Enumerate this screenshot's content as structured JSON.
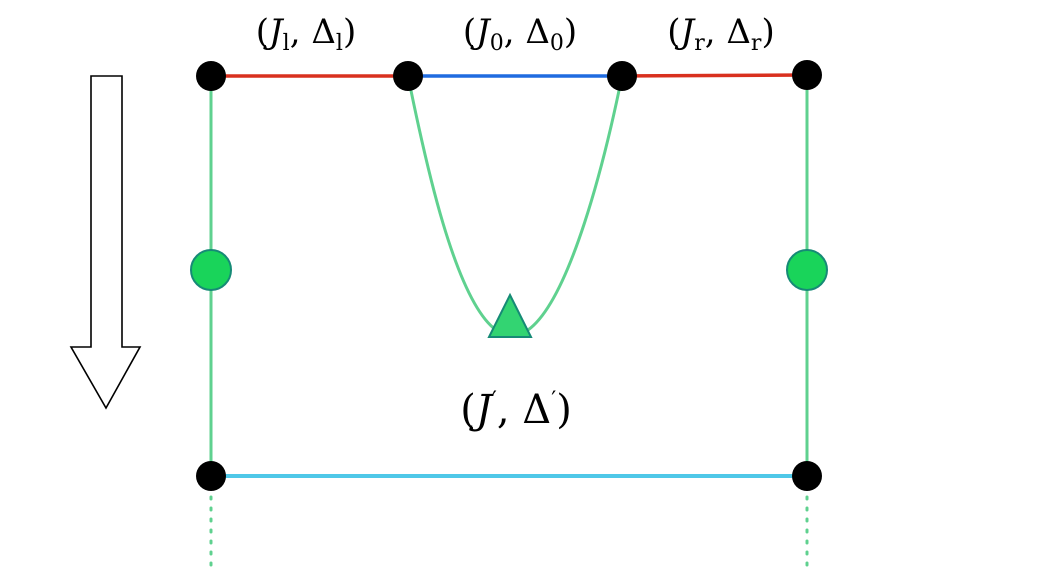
{
  "labels": {
    "left": {
      "open": "(",
      "J": "J",
      "Jsub": "l",
      "sep": ", ",
      "D": "Δ",
      "Dsub": "l",
      "close": ")"
    },
    "middle": {
      "open": "(",
      "J": "J",
      "Jsub": "0",
      "sep": ", ",
      "D": "Δ",
      "Dsub": "0",
      "close": ")"
    },
    "right": {
      "open": "(",
      "J": "J",
      "Jsub": "r",
      "sep": ", ",
      "D": "Δ",
      "Dsub": "r",
      "close": ")"
    },
    "bottom": {
      "open": "(",
      "J": "J",
      "Jprime": "′",
      "sep": ", ",
      "D": "Δ",
      "Dprime": "′",
      "close": ")"
    }
  },
  "colors": {
    "left_segment": "#d9301e",
    "middle_segment": "#1f6be0",
    "right_segment": "#d9301e",
    "bottom_segment": "#4fc8e8",
    "vertical_lines": "#5fd18f",
    "green_nodes": "#19d45a",
    "green_node_stroke": "#168a76",
    "triangle_fill": "#33d472",
    "triangle_stroke": "#168a76",
    "black_nodes": "#000000",
    "arrow_stroke": "#000000"
  }
}
